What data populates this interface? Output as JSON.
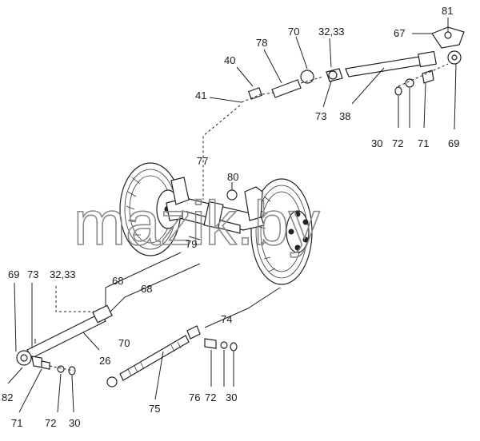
{
  "watermark": "mazik.by",
  "labels": {
    "l81": "81",
    "l67": "67",
    "l78": "78",
    "l70a": "70",
    "l3233a": "32,33",
    "l40": "40",
    "l41": "41",
    "l73a": "73",
    "l38": "38",
    "l30a": "30",
    "l72a": "72",
    "l71a": "71",
    "l69a": "69",
    "l77": "77",
    "l80": "80",
    "l79": "79",
    "l68a": "68",
    "l68b": "68",
    "l69b": "69",
    "l73b": "73",
    "l3233b": "32,33",
    "l74": "74",
    "l70b": "70",
    "l26": "26",
    "l82": "82",
    "l72b": "72",
    "l30b": "30",
    "l71b": "71",
    "l75": "75",
    "l76": "76",
    "l72c": "72",
    "l30c": "30"
  }
}
